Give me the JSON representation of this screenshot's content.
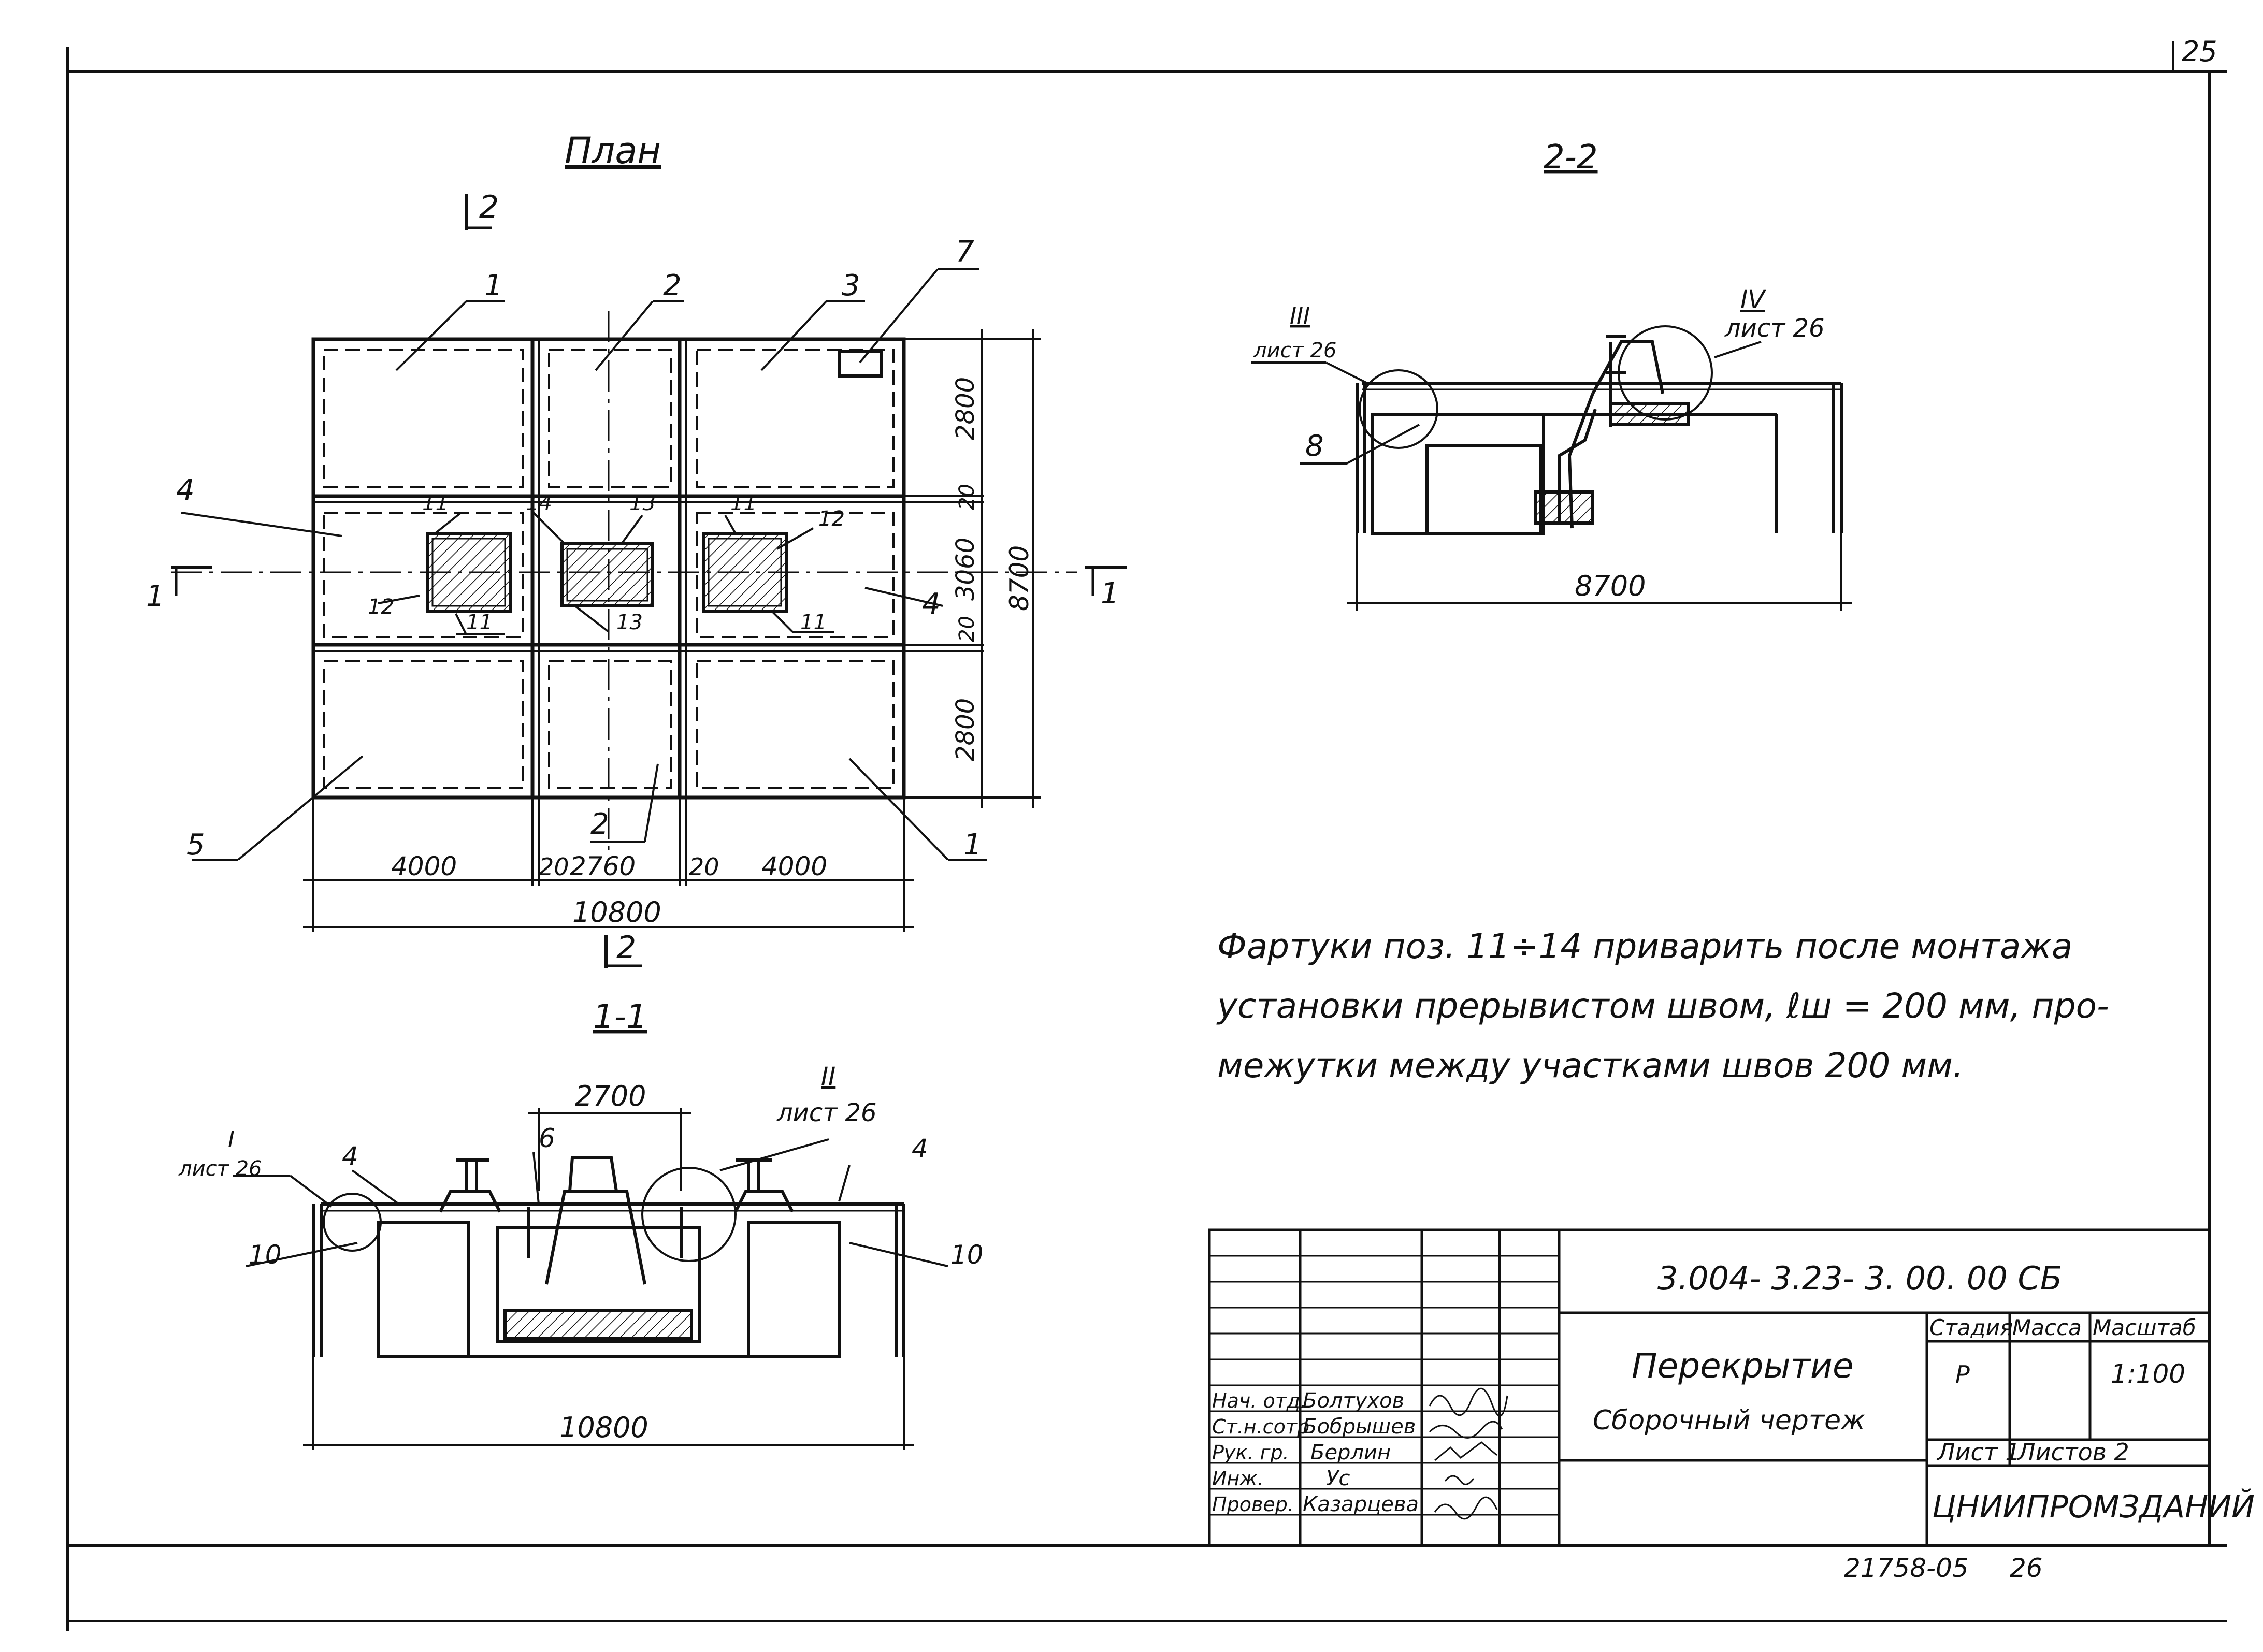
{
  "sheet": {
    "page_corner": "25",
    "bottom_code": "21758-05",
    "bottom_page": "26"
  },
  "plan": {
    "title": "План",
    "cut_mark_2": "2",
    "cut_mark_1": "1",
    "marks": [
      "1",
      "2",
      "3",
      "7",
      "4",
      "4",
      "11",
      "14",
      "13",
      "11",
      "12",
      "12",
      "11",
      "13",
      "11",
      "5",
      "2",
      "1"
    ],
    "dims_bottom": [
      "4000",
      "20",
      "2760",
      "20",
      "4000"
    ],
    "dim_total": "10800",
    "dims_right": [
      "2800",
      "20",
      "3060",
      "20",
      "2800"
    ],
    "dim_right_total": "8700"
  },
  "section_1_1": {
    "title": "1-1",
    "dim_top": "2700",
    "dim_bottom": "10800",
    "callout_I": "I",
    "callout_I_sheet": "лист 26",
    "callout_II": "II",
    "callout_II_sheet": "лист 26",
    "marks": [
      "4",
      "6",
      "4",
      "10",
      "10"
    ]
  },
  "section_2_2": {
    "title": "2-2",
    "dim_bottom": "8700",
    "callout_III": "III",
    "callout_III_sheet": "лист 26",
    "callout_IV": "IV",
    "callout_IV_sheet": "лист 26",
    "mark_8": "8"
  },
  "note": {
    "line1": "Фартуки поз. 11÷14 приварить после монтажа",
    "line2": "установки прерывистом швом, ℓш = 200 мм, про-",
    "line3": "межутки между участками швов 200 мм."
  },
  "title_block": {
    "doc_code": "3.004- 3.23- 3. 00. 00 СБ",
    "name": "Перекрытие",
    "subname": "Сборочный чертеж",
    "head_stage": "Стадия",
    "head_mass": "Масса",
    "head_scale": "Масштаб",
    "stage": "Р",
    "scale": "1:100",
    "sheet": "Лист 1",
    "sheets": "Листов 2",
    "org": "ЦНИИПРОМЗДАНИЙ",
    "roles": [
      "Нач. отд.",
      "Ст.н.сотр.",
      "Рук. гр.",
      "Инж.",
      "Провер."
    ],
    "names": [
      "Болтухов",
      "Бобрышев",
      "Берлин",
      "Ус",
      "Казарцева"
    ]
  }
}
